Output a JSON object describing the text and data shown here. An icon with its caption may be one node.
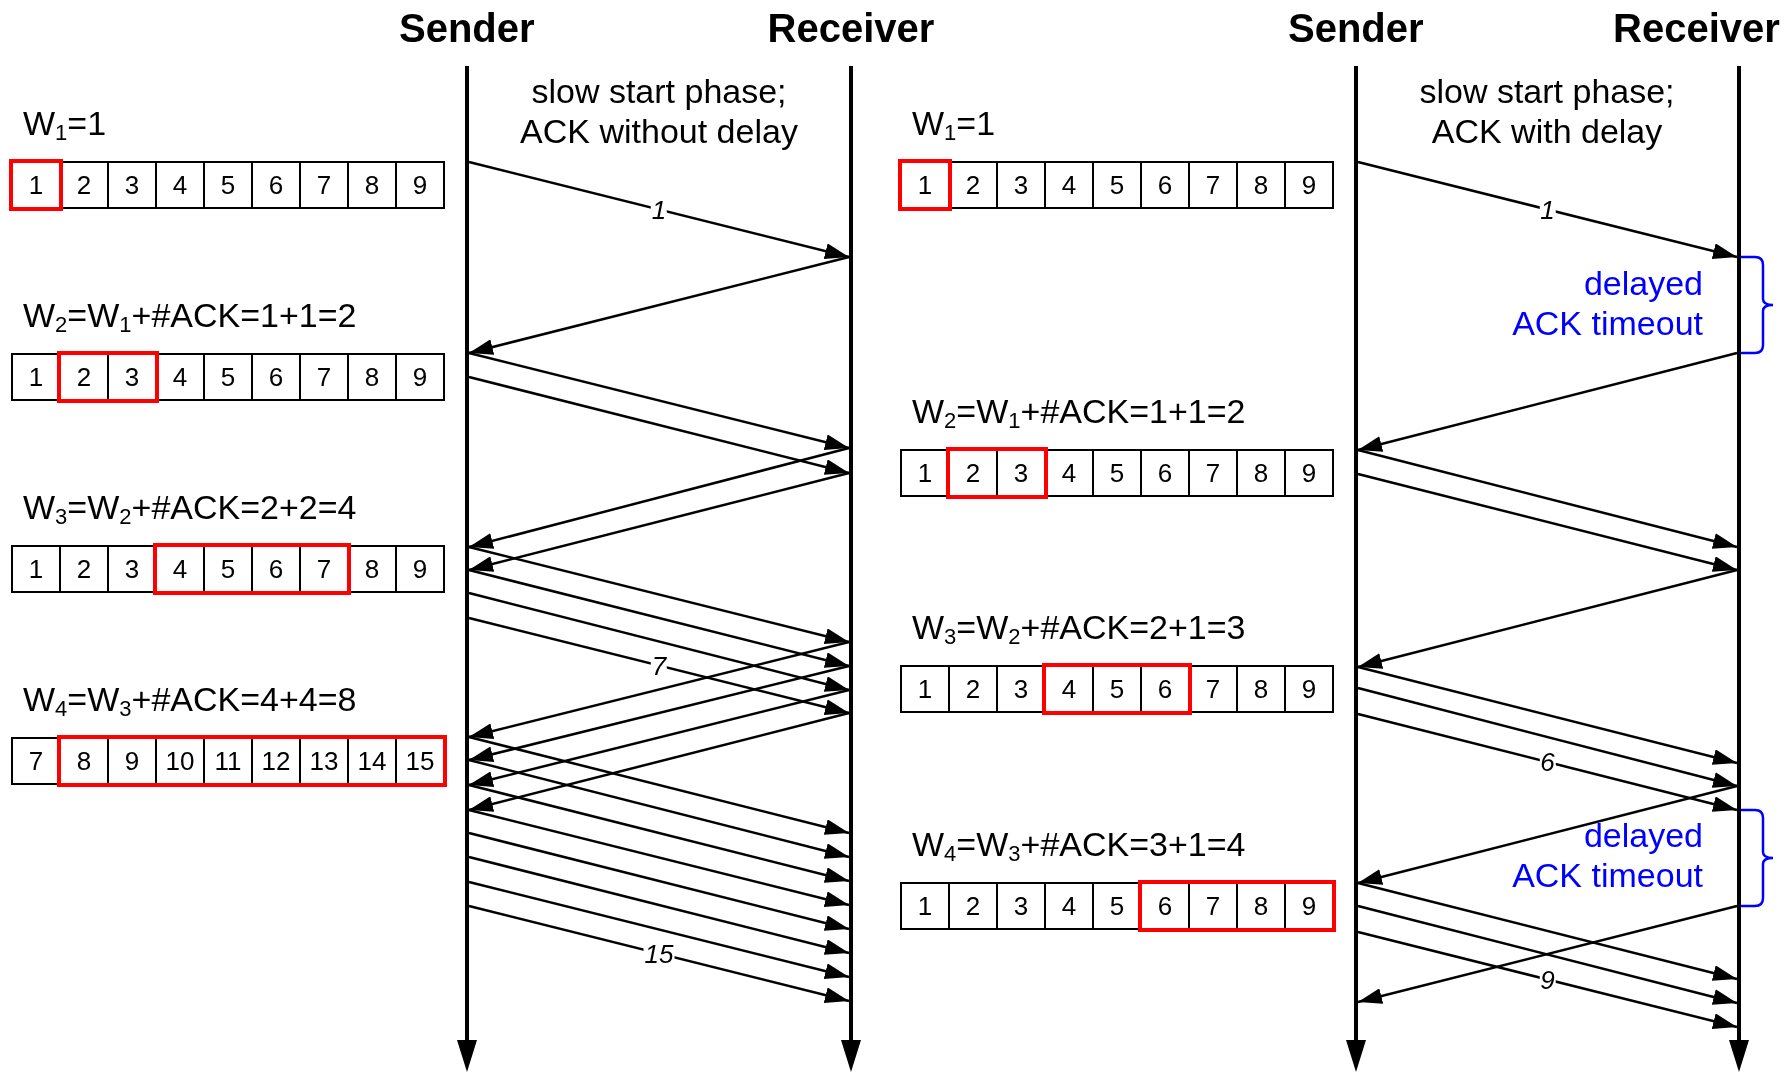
{
  "diagram": {
    "nodes": [
      {
        "text": [
          "Sender"
        ]
      },
      {
        "text": [
          "Receiver"
        ]
      },
      {
        "text": [
          "Sender"
        ]
      },
      {
        "text": [
          "Receiver"
        ]
      },
      {
        "text": [
          "W$_{1}$=1"
        ]
      },
      {
        "text": [],
        "shape": "box",
        "in": 4
      },
      {
        "text": [
          "1"
        ],
        "in": 5
      },
      {
        "text": [
          "2"
        ],
        "in": 4
      },
      {
        "text": [
          "3"
        ],
        "in": 4
      },
      {
        "text": [
          "4"
        ],
        "in": 4
      },
      {
        "text": [
          "5"
        ],
        "in": 4
      },
      {
        "text": [
          "6"
        ],
        "in": 4
      },
      {
        "text": [
          "7"
        ],
        "in": 4
      },
      {
        "text": [
          "8"
        ],
        "in": 4
      },
      {
        "text": [
          "9"
        ],
        "in": 4
      },
      {
        "text": [
          "W$_{2}$=W$_{1}$+#ACK=1+1=2"
        ]
      },
      {
        "text": [
          "1"
        ],
        "in": 15
      },
      {
        "text": [],
        "shape": "box",
        "in": 15
      },
      {
        "text": [
          "2"
        ],
        "in": 17
      },
      {
        "text": [
          "3"
        ],
        "in": 17
      },
      {
        "text": [
          "4"
        ],
        "in": 15
      },
      {
        "text": [
          "5"
        ],
        "in": 15
      },
      {
        "text": [
          "6"
        ],
        "in": 15
      },
      {
        "text": [
          "7"
        ],
        "in": 15
      },
      {
        "text": [
          "8"
        ],
        "in": 15
      },
      {
        "text": [
          "9"
        ],
        "in": 15
      },
      {
        "text": [
          "W$_{3}$=W$_{2}$+#ACK=2+2=4"
        ]
      },
      {
        "text": [
          "1"
        ],
        "in": 26
      },
      {
        "text": [
          "2"
        ],
        "in": 26
      },
      {
        "text": [
          "3"
        ],
        "in": 26
      },
      {
        "text": [],
        "shape": "box",
        "in": 26
      },
      {
        "text": [
          "4"
        ],
        "in": 30
      },
      {
        "text": [
          "5"
        ],
        "in": 30
      },
      {
        "text": [
          "6"
        ],
        "in": 30
      },
      {
        "text": [
          "7"
        ],
        "in": 30
      },
      {
        "text": [
          "8"
        ],
        "in": 26
      },
      {
        "text": [
          "9"
        ],
        "in": 26
      },
      {
        "text": [
          "W$_{4}$=W$_{3}$+#ACK=4+4=8"
        ]
      },
      {
        "text": [
          "7"
        ],
        "in": 37
      },
      {
        "text": [],
        "shape": "box",
        "in": 37
      },
      {
        "text": [
          "8"
        ],
        "in": 39
      },
      {
        "text": [
          "9"
        ],
        "in": 39
      },
      {
        "text": [
          "10"
        ],
        "in": 39
      },
      {
        "text": [
          "11"
        ],
        "in": 39
      },
      {
        "text": [
          "12"
        ],
        "in": 39
      },
      {
        "text": [
          "13"
        ],
        "in": 39
      },
      {
        "text": [
          "14"
        ],
        "in": 39
      },
      {
        "text": [
          "15"
        ],
        "in": 39
      },
      {
        "text": [
          "W$_{1}$=1"
        ]
      },
      {
        "text": [],
        "shape": "box",
        "in": 48
      },
      {
        "text": [
          "1"
        ],
        "in": 49
      },
      {
        "text": [
          "2"
        ],
        "in": 48
      },
      {
        "text": [
          "3"
        ],
        "in": 48
      },
      {
        "text": [
          "4"
        ],
        "in": 48
      },
      {
        "text": [
          "5"
        ],
        "in": 48
      },
      {
        "text": [
          "6"
        ],
        "in": 48
      },
      {
        "text": [
          "7"
        ],
        "in": 48
      },
      {
        "text": [
          "8"
        ],
        "in": 48
      },
      {
        "text": [
          "9"
        ],
        "in": 48
      },
      {
        "text": [
          "W$_{2}$=W$_{1}$+#ACK=1+1=2"
        ]
      },
      {
        "text": [
          "1"
        ],
        "in": 59
      },
      {
        "text": [],
        "shape": "box",
        "in": 59
      },
      {
        "text": [
          "2"
        ],
        "in": 61
      },
      {
        "text": [
          "3"
        ],
        "in": 61
      },
      {
        "text": [
          "4"
        ],
        "in": 59
      },
      {
        "text": [
          "5"
        ],
        "in": 59
      },
      {
        "text": [
          "6"
        ],
        "in": 59
      },
      {
        "text": [
          "7"
        ],
        "in": 59
      },
      {
        "text": [
          "8"
        ],
        "in": 59
      },
      {
        "text": [
          "9"
        ],
        "in": 59
      },
      {
        "text": [
          "W$_{3}$=W$_{2}$+#ACK=2+1=3"
        ]
      },
      {
        "text": [
          "1"
        ],
        "in": 70
      },
      {
        "text": [
          "2"
        ],
        "in": 70
      },
      {
        "text": [
          "3"
        ],
        "in": 70
      },
      {
        "text": [],
        "shape": "box",
        "in": 70
      },
      {
        "text": [
          "4"
        ],
        "in": 74
      },
      {
        "text": [
          "5"
        ],
        "in": 74
      },
      {
        "text": [
          "6"
        ],
        "in": 74
      },
      {
        "text": [
          "7"
        ],
        "in": 70
      },
      {
        "text": [
          "8"
        ],
        "in": 70
      },
      {
        "text": [
          "9"
        ],
        "in": 70
      },
      {
        "text": [
          "W$_{4}$=W$_{3}$+#ACK=3+1=4"
        ]
      },
      {
        "text": [
          "1"
        ],
        "in": 81
      },
      {
        "text": [
          "2"
        ],
        "in": 81
      },
      {
        "text": [
          "3"
        ],
        "in": 81
      },
      {
        "text": [
          "4"
        ],
        "in": 81
      },
      {
        "text": [
          "5"
        ],
        "in": 81
      },
      {
        "text": [],
        "shape": "box",
        "in": 81
      },
      {
        "text": [
          "6"
        ],
        "in": 87
      },
      {
        "text": [
          "7"
        ],
        "in": 87
      },
      {
        "text": [
          "8"
        ],
        "in": 87
      },
      {
        "text": [
          "9"
        ],
        "in": 87
      }
    ],
    "edges": [
      {
        "from": 0,
        "to": 1,
        "arrow": "to",
        "label": "1"
      },
      {
        "from": 1,
        "to": 0,
        "arrow": "to"
      },
      {
        "from": 0,
        "to": 1,
        "arrow": "to"
      },
      {
        "from": 0,
        "to": 1,
        "arrow": "to"
      },
      {
        "from": 1,
        "to": 0,
        "arrow": "to"
      },
      {
        "from": 1,
        "to": 0,
        "arrow": "to"
      },
      {
        "from": 0,
        "to": 1,
        "arrow": "to"
      },
      {
        "from": 0,
        "to": 1,
        "arrow": "to"
      },
      {
        "from": 0,
        "to": 1,
        "arrow": "to"
      },
      {
        "from": 0,
        "to": 1,
        "arrow": "to",
        "label": "7"
      },
      {
        "from": 1,
        "to": 0,
        "arrow": "to"
      },
      {
        "from": 1,
        "to": 0,
        "arrow": "to"
      },
      {
        "from": 1,
        "to": 0,
        "arrow": "to"
      },
      {
        "from": 1,
        "to": 0,
        "arrow": "to"
      },
      {
        "from": 0,
        "to": 1,
        "arrow": "to"
      },
      {
        "from": 0,
        "to": 1,
        "arrow": "to"
      },
      {
        "from": 0,
        "to": 1,
        "arrow": "to"
      },
      {
        "from": 0,
        "to": 1,
        "arrow": "to"
      },
      {
        "from": 0,
        "to": 1,
        "arrow": "to"
      },
      {
        "from": 0,
        "to": 1,
        "arrow": "to"
      },
      {
        "from": 0,
        "to": 1,
        "arrow": "to"
      },
      {
        "from": 0,
        "to": 1,
        "arrow": "to",
        "label": "15"
      },
      {
        "from": 2,
        "to": 3,
        "arrow": "to",
        "label": "1"
      },
      {
        "from": 3,
        "to": 2,
        "arrow": "to"
      },
      {
        "from": 2,
        "to": 3,
        "arrow": "to"
      },
      {
        "from": 2,
        "to": 3,
        "arrow": "to"
      },
      {
        "from": 3,
        "to": 2,
        "arrow": "to"
      },
      {
        "from": 2,
        "to": 3,
        "arrow": "to"
      },
      {
        "from": 2,
        "to": 3,
        "arrow": "to"
      },
      {
        "from": 2,
        "to": 3,
        "arrow": "to",
        "label": "6"
      },
      {
        "from": 3,
        "to": 2,
        "arrow": "to"
      },
      {
        "from": 2,
        "to": 3,
        "arrow": "to"
      },
      {
        "from": 2,
        "to": 3,
        "arrow": "to"
      },
      {
        "from": 2,
        "to": 3,
        "arrow": "to",
        "label": "9"
      },
      {
        "from": 3,
        "to": 2,
        "arrow": "to"
      }
    ],
    "labels": [
      "slow start phase; ACK without delay",
      "slow start phase; ACK with delay",
      "delayed ACK timeout",
      "delayed ACK timeout"
    ]
  }
}
